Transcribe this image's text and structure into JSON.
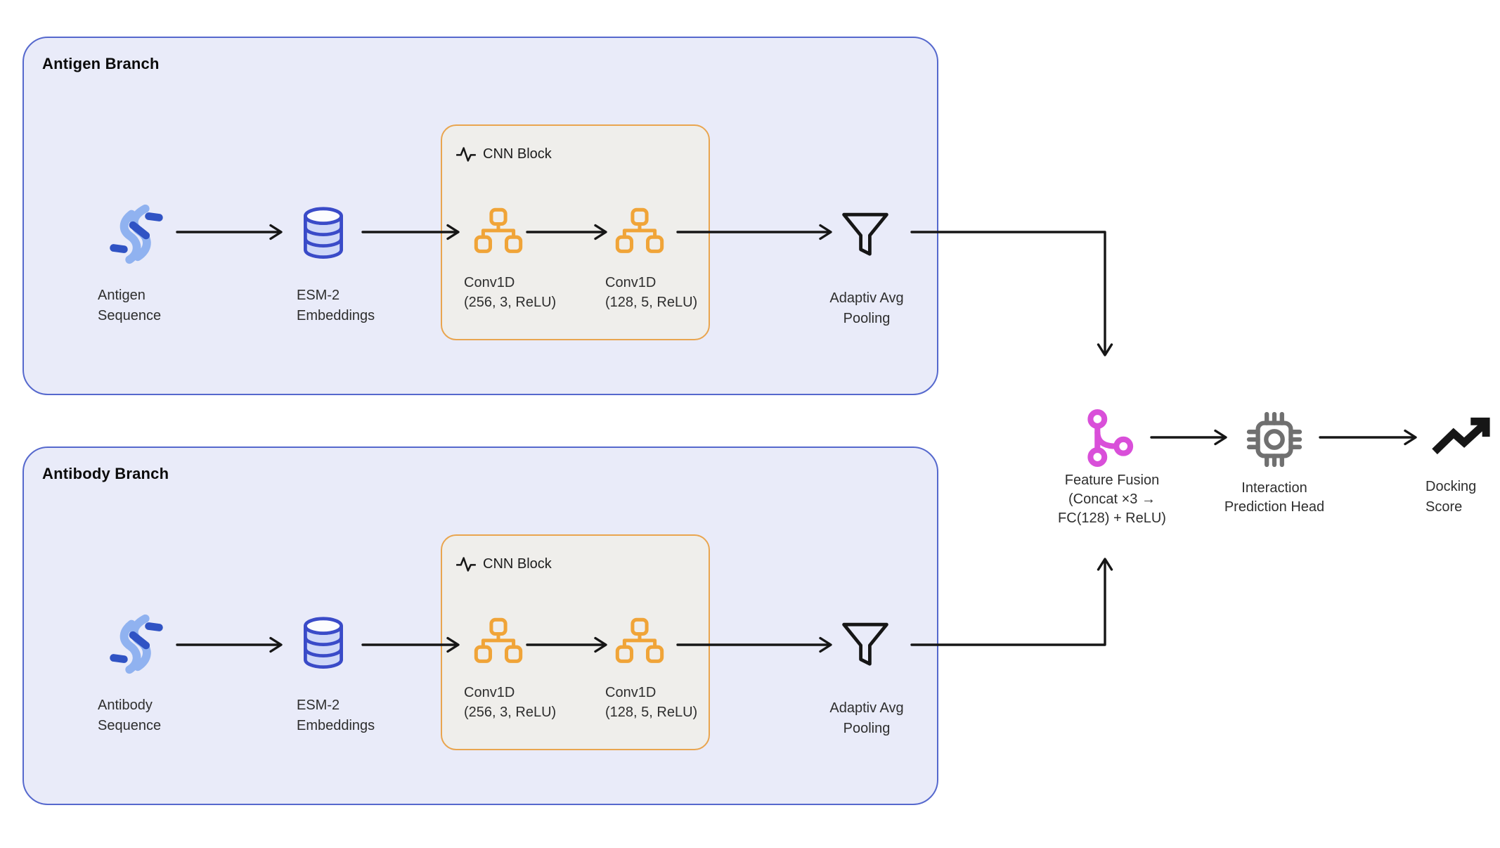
{
  "colors": {
    "ink": "#161616",
    "text": "#2e2e2e",
    "title": "#0b0b0b",
    "branch_fill": "#e9ebf9",
    "branch_border": "#5568cd",
    "cnn_fill": "#efeeeb",
    "cnn_border": "#e9a54f",
    "orange": "#f0a438",
    "db_stroke": "#3a4bc8",
    "db_fill": "#cfd8f8",
    "db_top": "#fcfcfe",
    "dna_light": "#90b2f0",
    "dna_dark": "#3053c4",
    "pink": "#d94fd9",
    "gray": "#707070"
  },
  "antigen": {
    "title": "Antigen Branch",
    "seq": {
      "l1": "Antigen",
      "l2": "Sequence"
    },
    "esm": {
      "l1": "ESM-2",
      "l2": "Embeddings"
    },
    "cnn": {
      "label": "CNN Block",
      "conv1": {
        "l1": "Conv1D",
        "l2": "(256, 3, ReLU)"
      },
      "conv2": {
        "l1": "Conv1D",
        "l2": "(128, 5, ReLU)"
      }
    },
    "pool": {
      "l1": "Adaptiv Avg",
      "l2": "Pooling"
    }
  },
  "antibody": {
    "title": "Antibody Branch",
    "seq": {
      "l1": "Antibody",
      "l2": "Sequence"
    },
    "esm": {
      "l1": "ESM-2",
      "l2": "Embeddings"
    },
    "cnn": {
      "label": "CNN Block",
      "conv1": {
        "l1": "Conv1D",
        "l2": "(256, 3, ReLU)"
      },
      "conv2": {
        "l1": "Conv1D",
        "l2": "(128, 5, ReLU)"
      }
    },
    "pool": {
      "l1": "Adaptiv Avg",
      "l2": "Pooling"
    }
  },
  "fusion": {
    "l1": "Feature Fusion",
    "l2": "(Concat ×3 →",
    "l3": "FC(128) + ReLU)"
  },
  "head": {
    "l1": "Interaction",
    "l2": "Prediction Head"
  },
  "score": {
    "l1": "Docking",
    "l2": "Score"
  }
}
